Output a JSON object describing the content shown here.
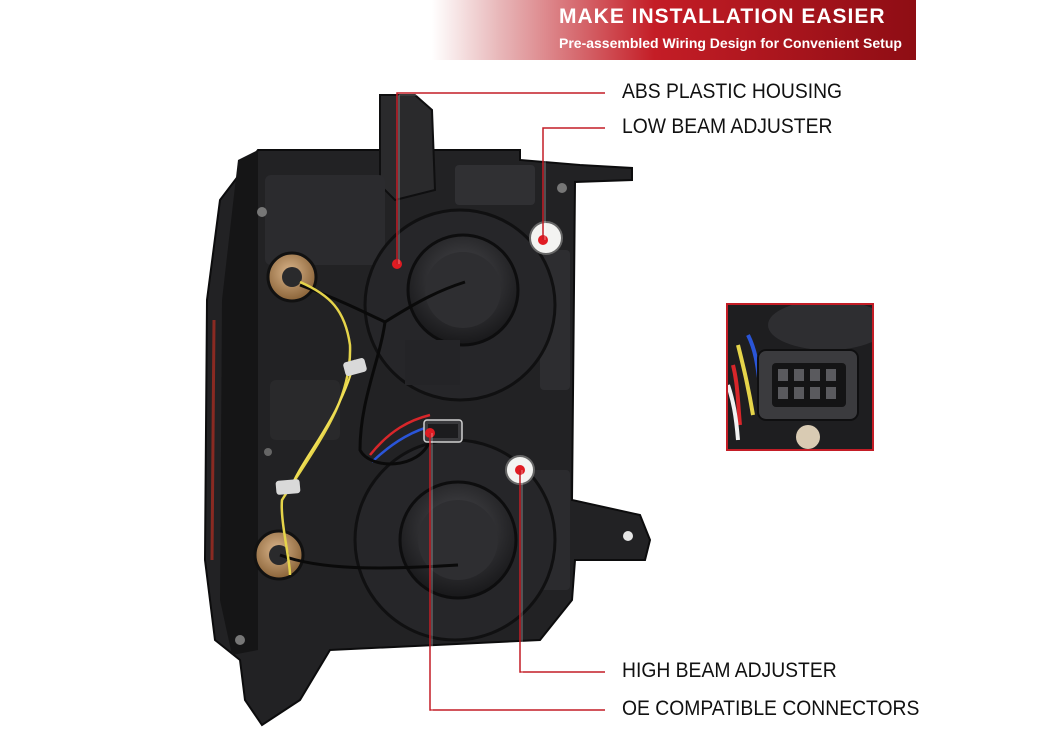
{
  "banner": {
    "title": "MAKE INSTALLATION EASIER",
    "subtitle": "Pre-assembled Wiring Design for Convenient Setup"
  },
  "callouts": [
    {
      "label": "ABS PLASTIC HOUSING"
    },
    {
      "label": "LOW BEAM ADJUSTER"
    },
    {
      "label": "HIGH BEAM ADJUSTER"
    },
    {
      "label": "OE COMPATIBLE CONNECTORS"
    }
  ],
  "colors": {
    "accent": "#c41d26",
    "housing": "#1f1f21",
    "leader_line": "#c41d26"
  },
  "icons": {
    "product": "headlight-assembly-rear-view",
    "inset": "connector-closeup"
  }
}
